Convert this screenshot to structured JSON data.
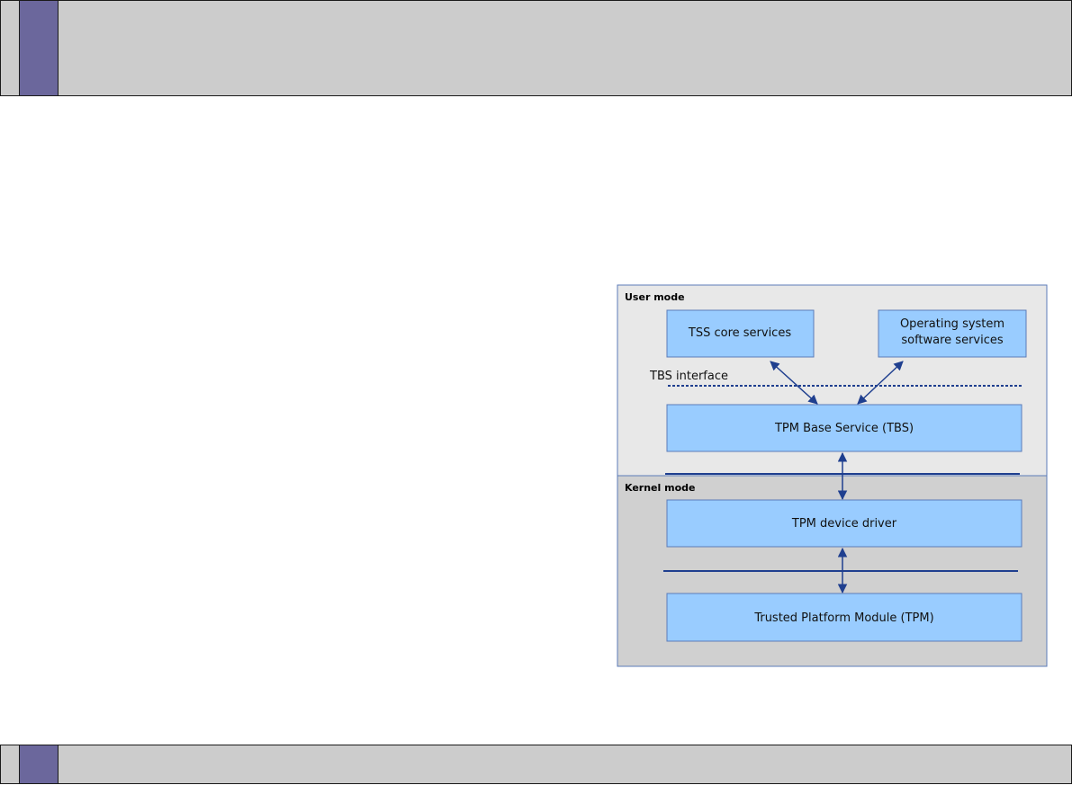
{
  "diagram": {
    "user_mode_label": "User mode",
    "kernel_mode_label": "Kernel mode",
    "tss_core_services": "TSS core services",
    "os_services_line1": "Operating system",
    "os_services_line2": "software services",
    "tbs_interface_label": "TBS interface",
    "tbs_box": "TPM Base Service (TBS)",
    "device_driver_box": "TPM device driver",
    "tpm_box": "Trusted Platform Module (TPM)"
  },
  "colors": {
    "header_bar": "#cccccc",
    "accent": "#6b679c",
    "user_mode_bg": "#e8e8e8",
    "kernel_mode_bg": "#d0d0d0",
    "box_fill": "#99ccff",
    "line": "#1f3f8f"
  }
}
